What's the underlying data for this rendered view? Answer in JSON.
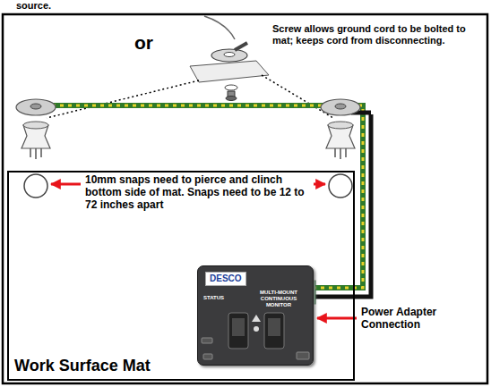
{
  "diagram": {
    "nodes": [
      {
        "text": [
          "Work Surface Mat"
        ]
      },
      {
        "text": [
          "DESCO",
          "STATUS",
          "MULTI-MOUNT CONTINUOUS MONITOR"
        ],
        "in": 0
      }
    ],
    "labels": [
      "source.",
      "or",
      "Screw allows ground cord to be bolted to mat; keeps cord from disconnecting.",
      "10mm snaps need to pierce and clinch bottom side of mat. Snaps need to be 12 to 72 inches apart",
      "Power Adapter Connection"
    ]
  }
}
